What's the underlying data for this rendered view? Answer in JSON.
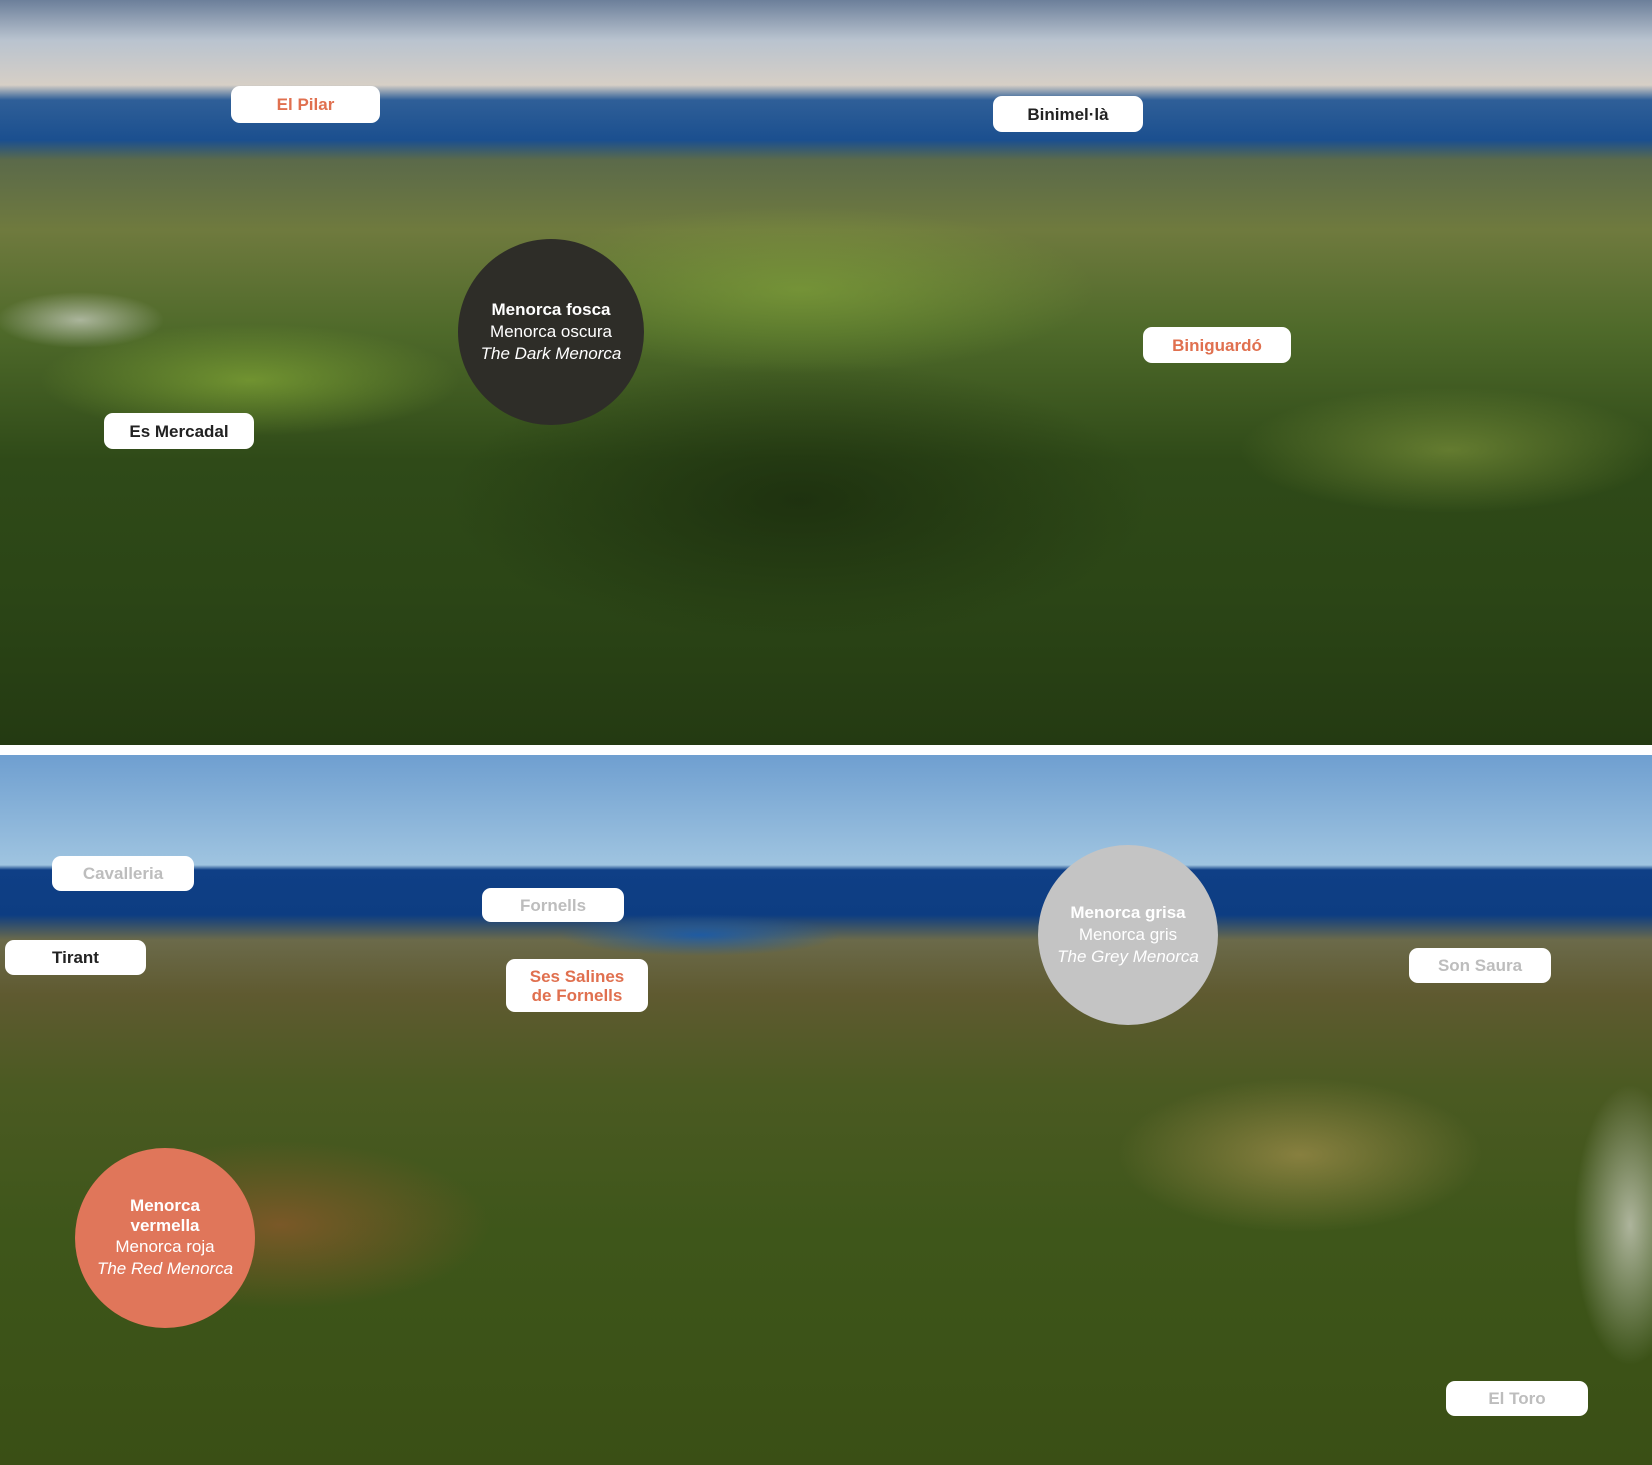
{
  "top_panel": {
    "labels": {
      "el_pilar": "El Pilar",
      "binimella": "Binimel·là",
      "biniguardo": "Biniguardó",
      "es_mercadal": "Es Mercadal"
    },
    "zone": {
      "name_ca": "Menorca fosca",
      "name_es": "Menorca oscura",
      "name_en": "The Dark Menorca",
      "color": "#2e2d28"
    }
  },
  "bottom_panel": {
    "labels": {
      "cavalleria": "Cavalleria",
      "fornells": "Fornells",
      "tirant": "Tirant",
      "ses_salines": "Ses Salines de Fornells",
      "son_saura": "Son Saura",
      "el_toro": "El Toro"
    },
    "zone_grey": {
      "name_ca": "Menorca grisa",
      "name_es": "Menorca gris",
      "name_en": "The Grey Menorca",
      "color": "#c4c4c4"
    },
    "zone_red": {
      "name_ca": "Menorca vermella",
      "name_es": "Menorca roja",
      "name_en": "The Red Menorca",
      "color": "#e0765a"
    }
  },
  "colors": {
    "orange_label": "#e0704f",
    "dark_label": "#222222",
    "grey_label": "#bdbdbd"
  }
}
